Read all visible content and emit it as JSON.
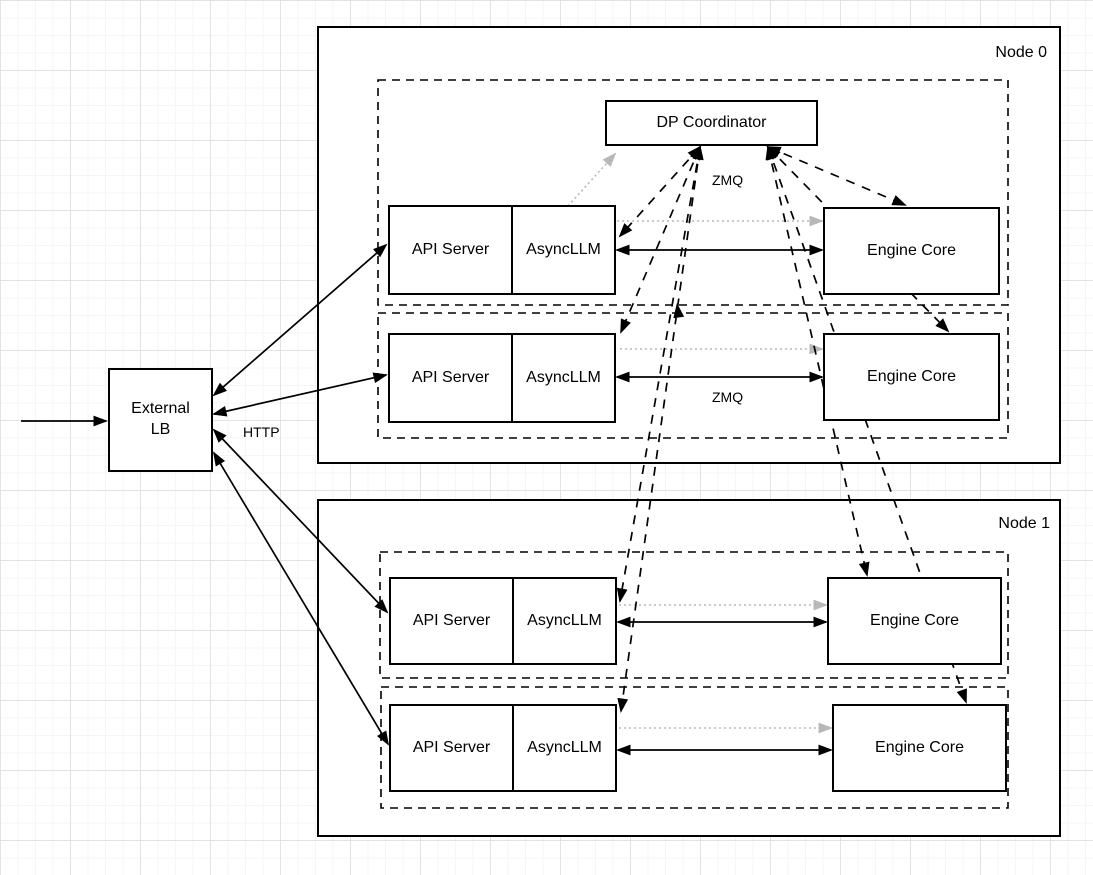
{
  "diagram": {
    "nodes": {
      "node0": {
        "title": "Node 0"
      },
      "node1": {
        "title": "Node 1"
      }
    },
    "external_lb": {
      "line1": "External",
      "line2": "LB"
    },
    "dp_coordinator": {
      "label": "DP Coordinator"
    },
    "rows": [
      {
        "api_server": "API Server",
        "async_llm": "AsyncLLM",
        "engine_core": "Engine Core"
      },
      {
        "api_server": "API Server",
        "async_llm": "AsyncLLM",
        "engine_core": "Engine Core"
      },
      {
        "api_server": "API Server",
        "async_llm": "AsyncLLM",
        "engine_core": "Engine Core"
      },
      {
        "api_server": "API Server",
        "async_llm": "AsyncLLM",
        "engine_core": "Engine Core"
      }
    ],
    "edge_labels": {
      "http": "HTTP",
      "zmq_coordinator": "ZMQ",
      "zmq_engine": "ZMQ"
    },
    "colors": {
      "stroke": "#000000",
      "muted_arrow": "#b8b8b8",
      "grid_minor": "#f5f5f5",
      "grid_major": "#e3e3e3"
    }
  }
}
